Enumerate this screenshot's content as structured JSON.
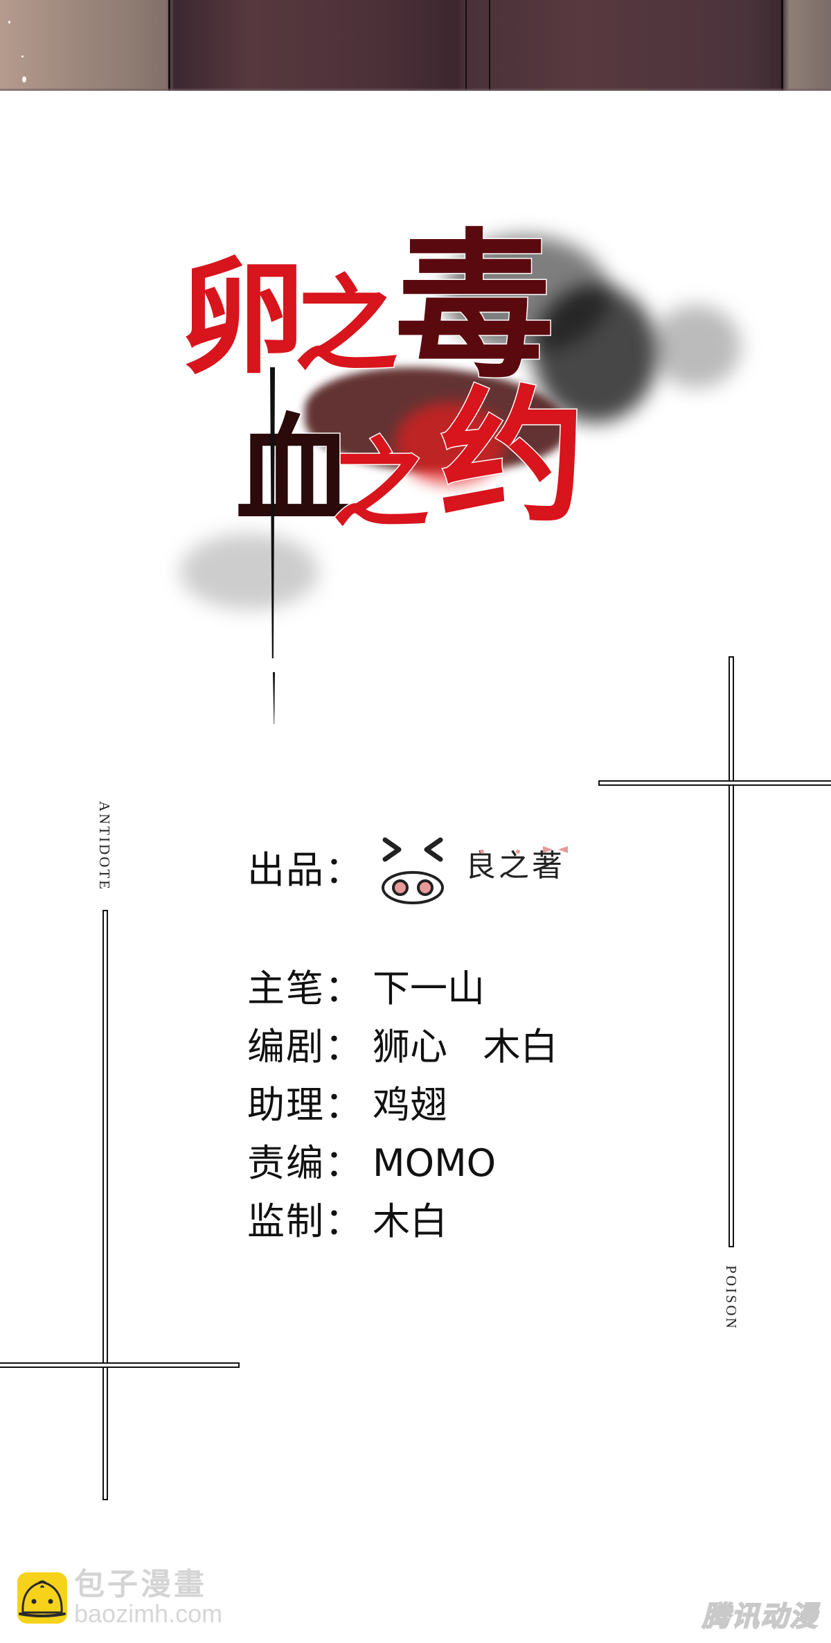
{
  "page": {
    "type": "manhua-credits-page"
  },
  "title_logo": {
    "line1": [
      "卵",
      "之",
      "毒"
    ],
    "line2": [
      "血",
      "之",
      "约"
    ],
    "full_title": "卵之毒 血之约",
    "colors": {
      "red": "#d8141c",
      "dark": "#3a0709",
      "ink": "#1a1a1a"
    }
  },
  "side_labels": {
    "left": "ANTIDOTE",
    "right": "POISON"
  },
  "producer": {
    "label": "出品：",
    "studio_name": "良之著",
    "logo_icon": "pig-face-icon"
  },
  "credits": [
    {
      "label": "主笔：",
      "value": "下一山"
    },
    {
      "label": "编剧：",
      "value": "狮心   木白"
    },
    {
      "label": "助理：",
      "value": "鸡翅"
    },
    {
      "label": "责编：",
      "value": "MOMO"
    },
    {
      "label": "监制：",
      "value": "木白"
    }
  ],
  "watermarks": {
    "baozi": {
      "name": "包子漫畫",
      "url_text": "baozimh.com",
      "icon": "baozi-bun-icon",
      "color": "#f7d21b"
    },
    "tencent": {
      "name": "腾讯动漫"
    }
  }
}
